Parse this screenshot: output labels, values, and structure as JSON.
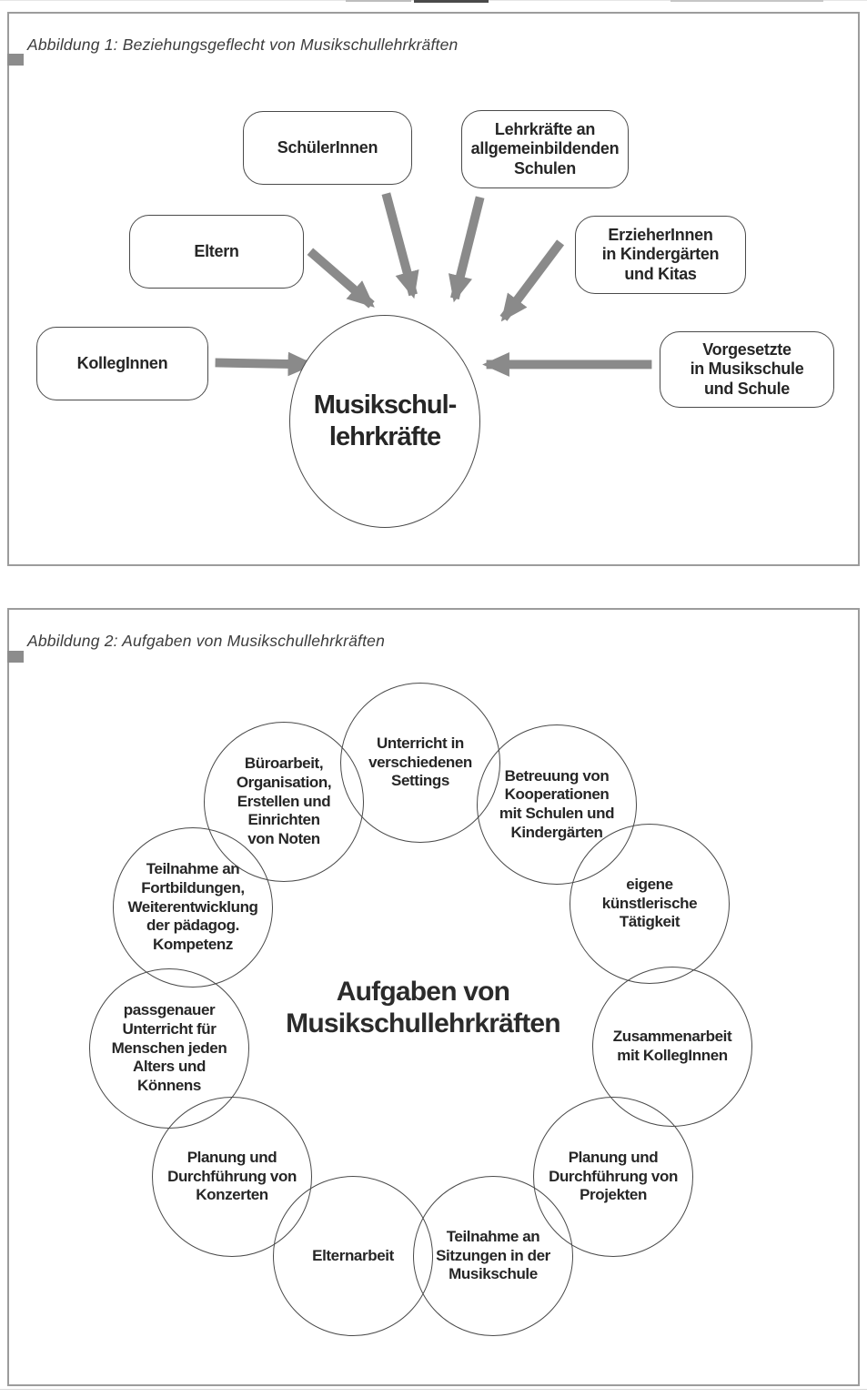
{
  "figure1": {
    "caption": "Abbildung 1: Beziehungsgeflecht von Musikschullehrkräften",
    "center_label": "Musikschul-\nlehrkräfte",
    "nodes": [
      {
        "id": "schuelerinnen",
        "label": "SchülerInnen"
      },
      {
        "id": "lehrkraefte-schulen",
        "label": "Lehrkräfte an\nallgemeinbildenden\nSchulen"
      },
      {
        "id": "eltern",
        "label": "Eltern"
      },
      {
        "id": "erzieherinnen",
        "label": "ErzieherInnen\nin Kindergärten\nund Kitas"
      },
      {
        "id": "kolleginnen",
        "label": "KollegInnen"
      },
      {
        "id": "vorgesetzte",
        "label": "Vorgesetzte\nin Musikschule\nund Schule"
      }
    ]
  },
  "figure2": {
    "caption": "Abbildung 2: Aufgaben von Musikschullehrkräften",
    "center_label": "Aufgaben von\nMusikschullehrkräften",
    "tasks": [
      {
        "id": "unterricht-settings",
        "label": "Unterricht in\nverschiedenen\nSettings"
      },
      {
        "id": "betreuung-kooperationen",
        "label": "Betreuung von\nKooperationen\nmit Schulen und\nKindergärten"
      },
      {
        "id": "kuenstlerische-taetigkeit",
        "label": "eigene\nkünstlerische\nTätigkeit"
      },
      {
        "id": "zusammenarbeit-kollegen",
        "label": "Zusammenarbeit\nmit KollegInnen"
      },
      {
        "id": "planung-projekte",
        "label": "Planung und\nDurchführung von\nProjekten"
      },
      {
        "id": "teilnahme-sitzungen",
        "label": "Teilnahme an\nSitzungen in der\nMusikschule"
      },
      {
        "id": "elternarbeit",
        "label": "Elternarbeit"
      },
      {
        "id": "planung-konzerte",
        "label": "Planung und\nDurchführung von\nKonzerten"
      },
      {
        "id": "passgenauer-unterricht",
        "label": "passgenauer\nUnterricht für\nMenschen jeden\nAlters und\nKönnens"
      },
      {
        "id": "fortbildungen",
        "label": "Teilnahme an\nFortbildungen,\nWeiterentwicklung\nder pädagog.\nKompetenz"
      },
      {
        "id": "bueroarbeit-noten",
        "label": "Büroarbeit,\nOrganisation,\nErstellen und\nEinrichten\nvon Noten"
      }
    ]
  },
  "colors": {
    "arrow": "#8a8a8a",
    "border": "#4a4a4a",
    "frame": "#9c9c9c",
    "accent_square": "#8c8c8c",
    "text": "#262626"
  }
}
